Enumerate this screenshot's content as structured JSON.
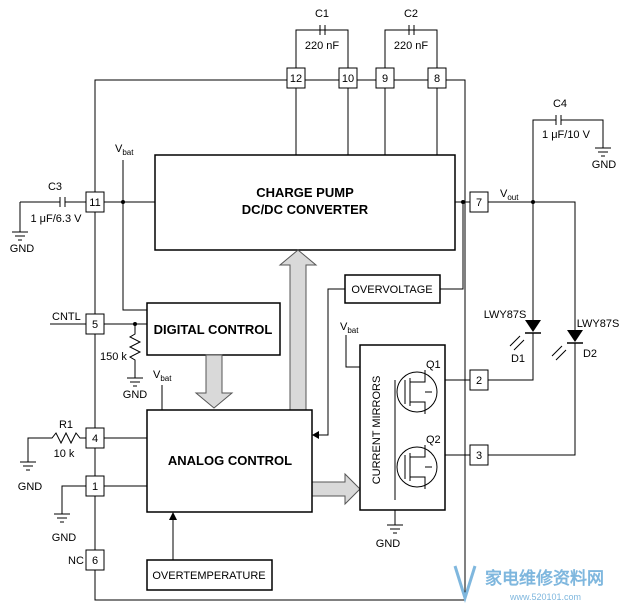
{
  "blocks": {
    "charge_pump": {
      "line1": "CHARGE PUMP",
      "line2": "DC/DC CONVERTER"
    },
    "digital_control": "DIGITAL CONTROL",
    "analog_control": "ANALOG CONTROL",
    "overvoltage": "OVERVOLTAGE",
    "overtemperature": "OVERTEMPERATURE",
    "current_mirrors": "CURRENT MIRRORS"
  },
  "pins": [
    "12",
    "10",
    "9",
    "8",
    "11",
    "7",
    "5",
    "4",
    "1",
    "6",
    "2",
    "3"
  ],
  "components": {
    "c1": {
      "name": "C1",
      "value": "220 nF"
    },
    "c2": {
      "name": "C2",
      "value": "220 nF"
    },
    "c3": {
      "name": "C3",
      "value": "1 μF/6.3 V"
    },
    "c4": {
      "name": "C4",
      "value": "1 μF/10 V"
    },
    "r1": {
      "name": "R1",
      "value": "10 k"
    },
    "r150": "150 k",
    "d1": {
      "name": "D1",
      "part": "LWY87S"
    },
    "d2": {
      "name": "D2",
      "part": "LWY87S"
    },
    "q1": "Q1",
    "q2": "Q2"
  },
  "labels": {
    "vbat_main": "V",
    "vbat_sub": "bat",
    "vout_main": "V",
    "vout_sub": "out",
    "gnd": "GND",
    "cntl": "CNTL",
    "nc": "NC"
  },
  "watermark": {
    "title": "家电维修资料网",
    "url": "www.520101.com"
  }
}
